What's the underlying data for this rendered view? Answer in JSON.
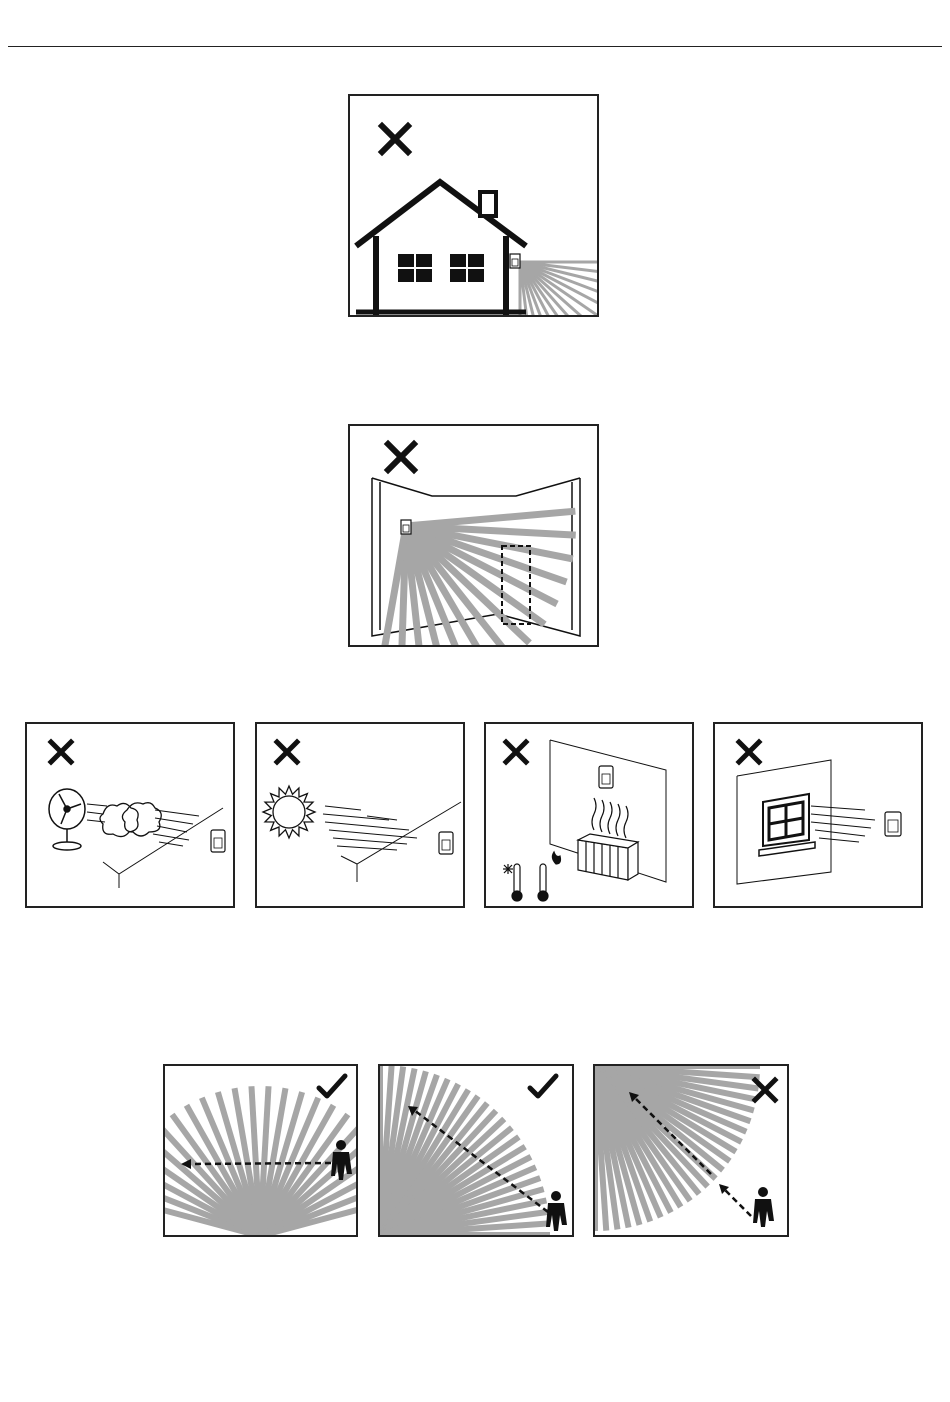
{
  "page": {
    "rule_color": "#222222"
  },
  "colors": {
    "ink": "#111111",
    "beam": "#a6a6a6",
    "background": "#ffffff"
  },
  "sections": [
    {
      "name": "outdoor-mounting",
      "panels": [
        {
          "id": "house",
          "mark": "x",
          "mark_icon": "cross-icon",
          "subject": "house-outdoor-detector"
        }
      ]
    },
    {
      "name": "obstructed-coverage",
      "panels": [
        {
          "id": "room",
          "mark": "x",
          "mark_icon": "cross-icon",
          "subject": "room-with-obstruction"
        }
      ]
    },
    {
      "name": "environmental-sources",
      "panels": [
        {
          "id": "fan",
          "mark": "x",
          "mark_icon": "cross-icon",
          "subject": "fan-airflow"
        },
        {
          "id": "sun",
          "mark": "x",
          "mark_icon": "cross-icon",
          "subject": "direct-sunlight"
        },
        {
          "id": "heater",
          "mark": "x",
          "mark_icon": "cross-icon",
          "subject": "heater-temperature"
        },
        {
          "id": "window",
          "mark": "x",
          "mark_icon": "cross-icon",
          "subject": "window-draft"
        }
      ]
    },
    {
      "name": "walk-direction",
      "panels": [
        {
          "id": "good1",
          "mark": "check",
          "mark_icon": "check-icon",
          "subject": "crossing-beams-center"
        },
        {
          "id": "good2",
          "mark": "check",
          "mark_icon": "check-icon",
          "subject": "crossing-beams-corner"
        },
        {
          "id": "bad3",
          "mark": "x",
          "mark_icon": "cross-icon",
          "subject": "walking-toward-detector"
        }
      ]
    }
  ]
}
